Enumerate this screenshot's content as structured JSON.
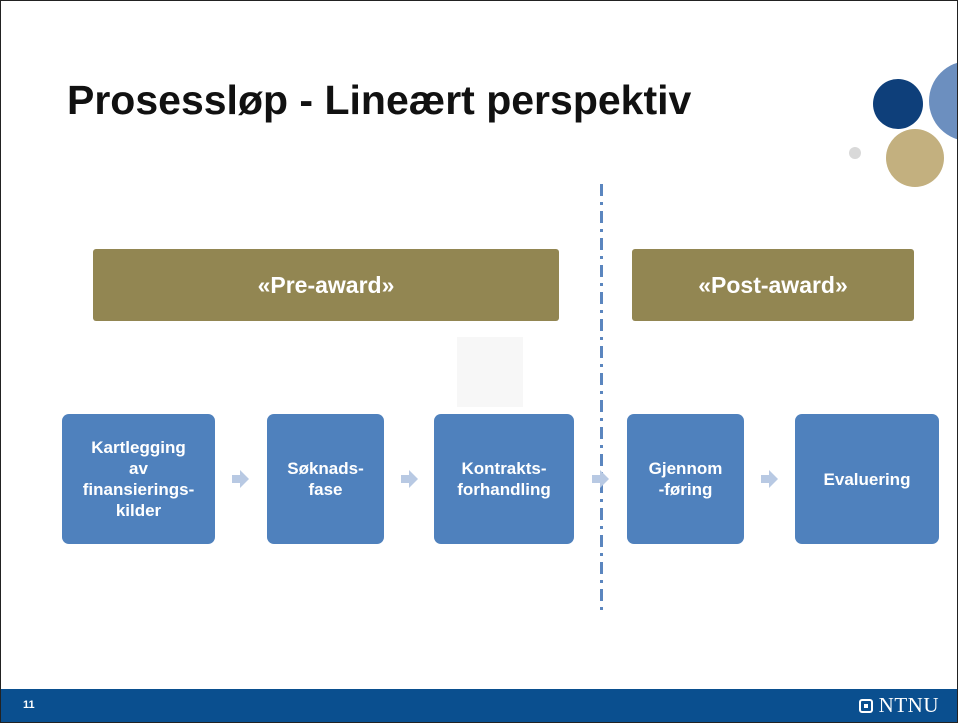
{
  "title": "Prosessløp - Lineært perspektiv",
  "phases": [
    {
      "label": "«Pre-award»"
    },
    {
      "label": "«Post-award»"
    }
  ],
  "steps": [
    {
      "label": "Kartlegging\nav\nfinansierings-\nkilder"
    },
    {
      "label": "Søknads-\nfase"
    },
    {
      "label": "Kontrakts-\nforhandling"
    },
    {
      "label": "Gjennom\n-føring"
    },
    {
      "label": "Evaluering"
    }
  ],
  "footer": {
    "page_number": "11",
    "logo_text": "NTNU"
  },
  "colors": {
    "phase_fill": "#928652",
    "step_fill": "#4f81bd",
    "arrow_fill": "#b8c9e3",
    "divider": "#5b86bf",
    "footer_bg": "#0a4f8f"
  }
}
